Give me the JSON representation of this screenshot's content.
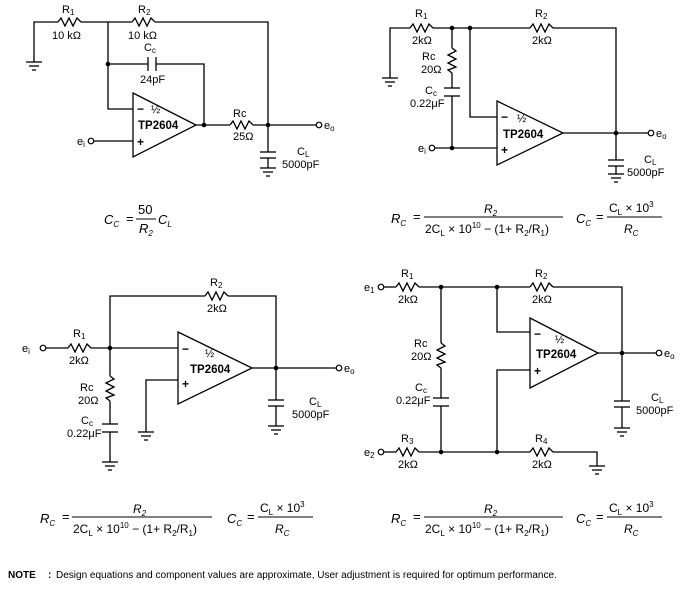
{
  "circuit_a": {
    "r1": "R",
    "r1_sub": "1",
    "r1_val": "10 kΩ",
    "r2": "R",
    "r2_sub": "2",
    "r2_val": "10 kΩ",
    "cc": "C",
    "cc_sub": "c",
    "cc_val": "24pF",
    "rc": "Rc",
    "rc_val": "25Ω",
    "cl": "C",
    "cl_sub": "L",
    "cl_val": "5000pF",
    "chip": "TP2604",
    "half": "½",
    "minus": "−",
    "plus": "+",
    "ei": "e",
    "ei_sub": "i",
    "eo": "e",
    "eo_sub": "o",
    "eq_lhs": "C",
    "eq_lhs_sub": "C",
    "eq_eq": "=",
    "eq_num": "50",
    "eq_den": "R",
    "eq_den_sub": "2",
    "eq_right": "C",
    "eq_right_sub": "L"
  },
  "circuit_b": {
    "r1": "R",
    "r1_sub": "1",
    "r1_val": "2kΩ",
    "r2": "R",
    "r2_sub": "2",
    "r2_val": "2kΩ",
    "rc": "Rc",
    "rc_val": "20Ω",
    "cc": "C",
    "cc_sub": "c",
    "cc_val": "0.22μF",
    "cl": "C",
    "cl_sub": "L",
    "cl_val": "5000pF",
    "chip": "TP2604",
    "half": "½",
    "minus": "−",
    "plus": "+",
    "ei": "e",
    "ei_sub": "i",
    "eo": "e",
    "eo_sub": "o"
  },
  "circuit_c": {
    "r1": "R",
    "r1_sub": "1",
    "r1_val": "2kΩ",
    "r2": "R",
    "r2_sub": "2",
    "r2_val": "2kΩ",
    "rc": "Rc",
    "rc_val": "20Ω",
    "cc": "C",
    "cc_sub": "c",
    "cc_val": "0.22μF",
    "cl": "C",
    "cl_sub": "L",
    "cl_val": "5000pF",
    "chip": "TP2604",
    "half": "½",
    "minus": "−",
    "plus": "+",
    "ei": "e",
    "ei_sub": "i",
    "eo": "e",
    "eo_sub": "o"
  },
  "circuit_d": {
    "r1": "R",
    "r1_sub": "1",
    "r1_val": "2kΩ",
    "r2": "R",
    "r2_sub": "2",
    "r2_val": "2kΩ",
    "r3": "R",
    "r3_sub": "3",
    "r3_val": "2kΩ",
    "r4": "R",
    "r4_sub": "4",
    "r4_val": "2kΩ",
    "rc": "Rc",
    "rc_val": "20Ω",
    "cc": "C",
    "cc_sub": "c",
    "cc_val": "0.22μF",
    "cl": "C",
    "cl_sub": "L",
    "cl_val": "5000pF",
    "chip": "TP2604",
    "half": "½",
    "minus": "−",
    "plus": "+",
    "e1": "e",
    "e1_sub": "1",
    "e2": "e",
    "e2_sub": "2",
    "eo": "e",
    "eo_sub": "o"
  },
  "eq_rc": {
    "lhs": "R",
    "lhs_sub": "C",
    "eq": "=",
    "num": "R",
    "num_sub": "2",
    "den_a": "2C",
    "den_a_sub": "L",
    "den_b": " × 10",
    "den_b_sup": "10",
    "den_c": " − (1+ R",
    "den_c_sub": "2",
    "den_d": "/R",
    "den_d_sub": "1",
    "den_e": ")"
  },
  "eq_cc": {
    "lhs": "C",
    "lhs_sub": "C",
    "eq": "=",
    "num_a": "C",
    "num_a_sub": "L",
    "num_b": " × 10",
    "num_b_sup": "3",
    "den": "R",
    "den_sub": "C"
  },
  "note": {
    "label": "NOTE",
    "colon": ":",
    "text": "Design equations and component values are approximate, User adjustment is required for optimum performance."
  }
}
